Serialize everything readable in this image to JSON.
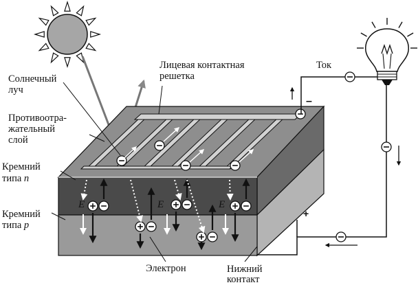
{
  "labels": {
    "sun_ray": [
      "Солнечный",
      "луч"
    ],
    "front_grid": [
      "Лицевая контактная",
      "решетка"
    ],
    "antireflect": [
      "Противоотра-",
      "жательный",
      "слой"
    ],
    "si_n_a": "Кремний",
    "si_n_b": "типа ",
    "si_n_c": "n",
    "si_p_a": "Кремний",
    "si_p_b": "типа ",
    "si_p_c": "p",
    "electron": "Электрон",
    "bottom_contact": [
      "Нижний",
      "контакт"
    ],
    "current": "Ток",
    "field_symbol": "E",
    "minus_sign": "–",
    "plus_sign": "+"
  },
  "colors": {
    "sun": "#a6a6a6",
    "top_surface": "#8e8e8e",
    "front_n": "#4a4a4a",
    "front_p": "#9a9a9a",
    "side_n": "#6a6a6a",
    "side_p": "#b4b4b4",
    "grid_finger": "#d2d2d2",
    "line": "#111111"
  }
}
